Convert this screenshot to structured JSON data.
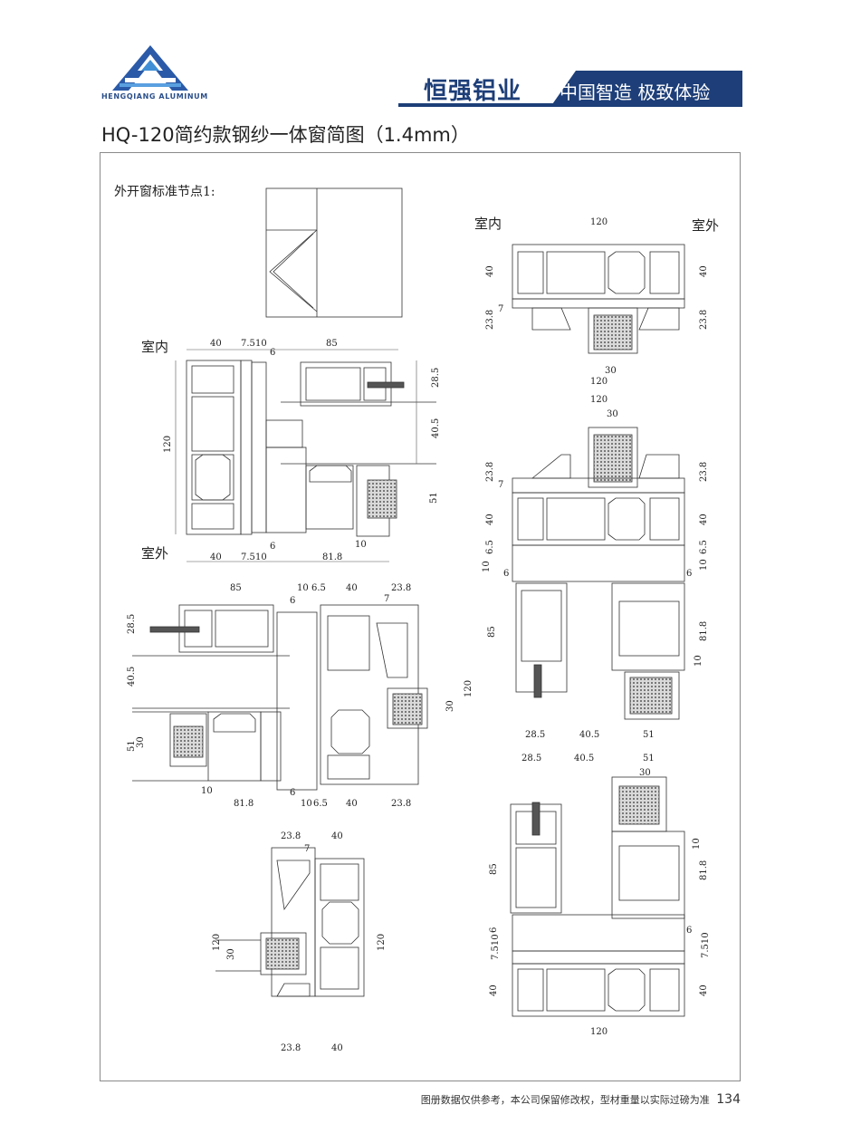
{
  "header": {
    "logo_text": "HENGQIANG ALUMINUM",
    "brand_name": "恒强铝业",
    "slogan": "中国智造 极致体验",
    "brand_color": "#1d3e78"
  },
  "title": "HQ-120简约款钢纱一体窗简图（1.4mm）",
  "drawing": {
    "section_label": "外开窗标准节点1:",
    "labels": {
      "indoor": "室内",
      "outdoor": "室外"
    },
    "dims": {
      "d120": "120",
      "d40": "40",
      "d85": "85",
      "d7_5": "7.5",
      "d10": "10",
      "d6": "6",
      "d28_5": "28.5",
      "d40_5": "40.5",
      "d51": "51",
      "d81_8": "81.8",
      "d30": "30",
      "d23_8": "23.8",
      "d6_5": "6.5",
      "d7": "7",
      "d7_5_10": "7.510"
    }
  },
  "footer": {
    "note": "图册数据仅供参考，本公司保留修改权，型材重量以实际过磅为准",
    "page_number": "134"
  }
}
